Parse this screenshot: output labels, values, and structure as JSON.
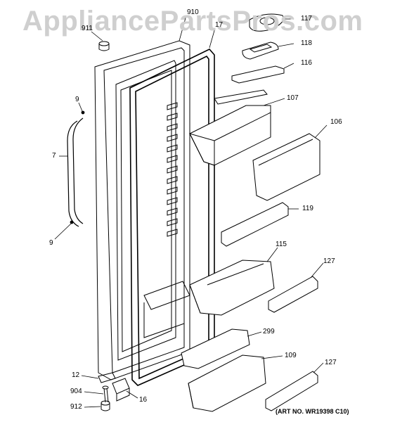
{
  "watermark": "AppliancePartsPros.com",
  "art_number": "(ART NO. WR19398 C10)",
  "parts": {
    "p910": "910",
    "p911": "911",
    "p17": "17",
    "p117": "117",
    "p118": "118",
    "p116": "116",
    "p107": "107",
    "p106": "106",
    "p119": "119",
    "p115": "115",
    "p127a": "127",
    "p299": "299",
    "p109": "109",
    "p127b": "127",
    "p9a": "9",
    "p7": "7",
    "p9b": "9",
    "p12": "12",
    "p904": "904",
    "p912": "912",
    "p16": "16"
  }
}
